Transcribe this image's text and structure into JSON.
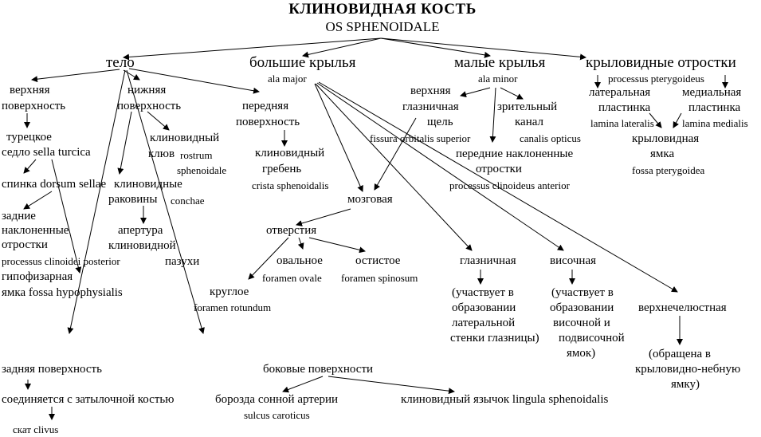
{
  "diagram": {
    "title": "КЛИНОВИДНАЯ КОСТЬ",
    "subtitle": "OS SPHENOIDALE",
    "main": {
      "body": "тело",
      "greater_wings": "большие крылья",
      "greater_wings_latin": "ala major",
      "lesser_wings": "малые крылья",
      "lesser_wings_latin": "ala minor",
      "pterygoid": "крыловидные отростки",
      "pterygoid_latin": "processus pterygoideus"
    },
    "body_branch": {
      "upper_surface": [
        "верхняя",
        "поверхность"
      ],
      "sella": [
        "турецкое",
        "седло sella turcica"
      ],
      "dorsum": "спинка dorsum sellae",
      "posterior_processes": [
        "задние",
        "наклоненные",
        "отростки"
      ],
      "posterior_processes_latin": "processus clinoidei posterior",
      "hypophyseal": [
        "гипофизарная",
        "ямка fossa hypophysialis"
      ],
      "lower_surface": [
        "нижняя",
        "поверхность"
      ],
      "rostrum": "клиновидный",
      "rostrum2": "клюв",
      "rostrum_latin": "rostrum",
      "rostrum_latin2": "sphenoidale",
      "conchae": [
        "клиновидные"
      ],
      "conchae2": "раковины",
      "conchae_latin": "conchae",
      "aperture": [
        "апертура",
        "клиновидной"
      ],
      "aperture2": "пазухи",
      "anterior_surface": [
        "передняя",
        "поверхность"
      ],
      "crest": [
        "клиновидный",
        "гребень"
      ],
      "crest_latin": "crista sphenoidalis",
      "posterior_surface": "задняя поверхность",
      "occipital_join": "соединяется с затылочной костью",
      "clivus": "скат clivus",
      "lateral_surfaces": "боковые поверхности",
      "carotid_groove": "борозда сонной артерии",
      "carotid_groove_latin": "sulcus caroticus",
      "lingula": "клиновидный язычок lingula sphenoidalis"
    },
    "greater_branch": {
      "cerebral": "мозговая",
      "openings": "отверстия",
      "round": "круглое",
      "round_latin": "foramen rotundum",
      "oval": "овальное",
      "oval_latin": "foramen ovale",
      "spinous": "остистое",
      "spinous_latin": "foramen spinosum",
      "orbital": "глазничная",
      "orbital_note": [
        "(участвует в",
        "образовании",
        "латеральной",
        "стенки глазницы)"
      ],
      "temporal": "височная",
      "temporal_note": [
        "(участвует в",
        "образовании",
        "височной и",
        "подвисочной",
        "ямок)"
      ],
      "maxillary": "верхнечелюстная",
      "maxillary_note": [
        "(обращена в",
        "крыловидно-небную",
        "ямку)"
      ]
    },
    "lesser_branch": {
      "fissure": [
        "верхняя",
        "глазничная",
        "щель"
      ],
      "fissure_latin": "fissura orbitalis superior",
      "optic": [
        "зрительный",
        "канал"
      ],
      "optic_latin": "canalis opticus",
      "anterior_processes": [
        "передние наклоненные",
        "отростки"
      ],
      "anterior_processes_latin": "processus clinoideus anterior"
    },
    "pterygoid_branch": {
      "lateral_plate": [
        "латеральная",
        "пластинка"
      ],
      "lateral_plate_latin": "lamina lateralis",
      "medial_plate": [
        "медиальная",
        "пластинка"
      ],
      "medial_plate_latin": "lamina medialis",
      "fossa": [
        "крыловидная",
        "ямка"
      ],
      "fossa_latin": "fossa pterygoidea"
    }
  }
}
